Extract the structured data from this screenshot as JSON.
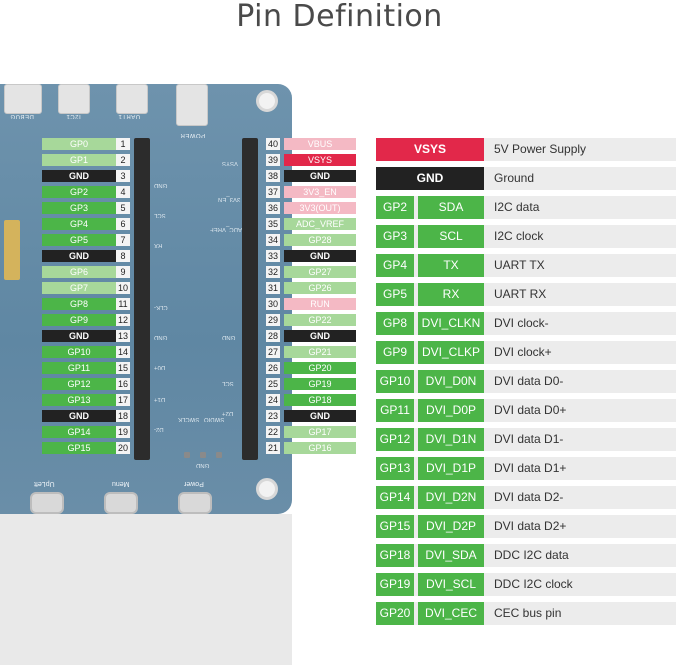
{
  "title": "Pin Definition",
  "board": {
    "connectors": [
      "DEBUG",
      "I2C1",
      "UART1",
      "POWER"
    ],
    "buttons": [
      "UpLeft",
      "Menu",
      "Power"
    ],
    "header_silk_left": [
      "GND",
      "SCL",
      "RX",
      "CLK-",
      "GND",
      "D0+",
      "D1+",
      "D2-"
    ],
    "header_silk_right": [
      "VSYS",
      "3V3_EN",
      "ADC_VREF",
      "GND",
      "SCL",
      "D2+",
      "SWCLK",
      "SWDIO",
      "GND"
    ]
  },
  "left_pins": [
    {
      "n": "1",
      "label": "GP0",
      "style": "g-light"
    },
    {
      "n": "2",
      "label": "GP1",
      "style": "g-light"
    },
    {
      "n": "3",
      "label": "GND",
      "style": "black"
    },
    {
      "n": "4",
      "label": "GP2",
      "style": "g-strong"
    },
    {
      "n": "5",
      "label": "GP3",
      "style": "g-strong"
    },
    {
      "n": "6",
      "label": "GP4",
      "style": "g-strong"
    },
    {
      "n": "7",
      "label": "GP5",
      "style": "g-strong"
    },
    {
      "n": "8",
      "label": "GND",
      "style": "black"
    },
    {
      "n": "9",
      "label": "GP6",
      "style": "g-light"
    },
    {
      "n": "10",
      "label": "GP7",
      "style": "g-light"
    },
    {
      "n": "11",
      "label": "GP8",
      "style": "g-strong"
    },
    {
      "n": "12",
      "label": "GP9",
      "style": "g-strong"
    },
    {
      "n": "13",
      "label": "GND",
      "style": "black"
    },
    {
      "n": "14",
      "label": "GP10",
      "style": "g-strong"
    },
    {
      "n": "15",
      "label": "GP11",
      "style": "g-strong"
    },
    {
      "n": "16",
      "label": "GP12",
      "style": "g-strong"
    },
    {
      "n": "17",
      "label": "GP13",
      "style": "g-strong"
    },
    {
      "n": "18",
      "label": "GND",
      "style": "black"
    },
    {
      "n": "19",
      "label": "GP14",
      "style": "g-strong"
    },
    {
      "n": "20",
      "label": "GP15",
      "style": "g-strong"
    }
  ],
  "right_pins": [
    {
      "n": "40",
      "label": "VBUS",
      "style": "pink-light"
    },
    {
      "n": "39",
      "label": "VSYS",
      "style": "pink-strong"
    },
    {
      "n": "38",
      "label": "GND",
      "style": "black"
    },
    {
      "n": "37",
      "label": "3V3_EN",
      "style": "pink-light"
    },
    {
      "n": "36",
      "label": "3V3(OUT)",
      "style": "pink-light"
    },
    {
      "n": "35",
      "label": "ADC_VREF",
      "style": "g-light"
    },
    {
      "n": "34",
      "label": "GP28",
      "style": "g-light"
    },
    {
      "n": "33",
      "label": "GND",
      "style": "black"
    },
    {
      "n": "32",
      "label": "GP27",
      "style": "g-light"
    },
    {
      "n": "31",
      "label": "GP26",
      "style": "g-light"
    },
    {
      "n": "30",
      "label": "RUN",
      "style": "pink-light"
    },
    {
      "n": "29",
      "label": "GP22",
      "style": "g-light"
    },
    {
      "n": "28",
      "label": "GND",
      "style": "black"
    },
    {
      "n": "27",
      "label": "GP21",
      "style": "g-light"
    },
    {
      "n": "26",
      "label": "GP20",
      "style": "g-strong"
    },
    {
      "n": "25",
      "label": "GP19",
      "style": "g-strong"
    },
    {
      "n": "24",
      "label": "GP18",
      "style": "g-strong"
    },
    {
      "n": "23",
      "label": "GND",
      "style": "black"
    },
    {
      "n": "22",
      "label": "GP17",
      "style": "g-light"
    },
    {
      "n": "21",
      "label": "GP16",
      "style": "g-light"
    }
  ],
  "legend": [
    {
      "gp": "VSYS",
      "fn": "",
      "desc": "5V Power Supply",
      "style": "pink-strong",
      "kind": "wide"
    },
    {
      "gp": "GND",
      "fn": "",
      "desc": "Ground",
      "style": "black",
      "kind": "wide"
    },
    {
      "gp": "GP2",
      "fn": "SDA",
      "desc": "I2C data",
      "style": "g-strong",
      "kind": "split"
    },
    {
      "gp": "GP3",
      "fn": "SCL",
      "desc": "I2C clock",
      "style": "g-strong",
      "kind": "split"
    },
    {
      "gp": "GP4",
      "fn": "TX",
      "desc": "UART TX",
      "style": "g-strong",
      "kind": "split"
    },
    {
      "gp": "GP5",
      "fn": "RX",
      "desc": "UART RX",
      "style": "g-strong",
      "kind": "split"
    },
    {
      "gp": "GP8",
      "fn": "DVI_CLKN",
      "desc": "DVI clock-",
      "style": "g-strong",
      "kind": "split"
    },
    {
      "gp": "GP9",
      "fn": "DVI_CLKP",
      "desc": "DVI clock+",
      "style": "g-strong",
      "kind": "split"
    },
    {
      "gp": "GP10",
      "fn": "DVI_D0N",
      "desc": "DVI data D0-",
      "style": "g-strong",
      "kind": "split"
    },
    {
      "gp": "GP11",
      "fn": "DVI_D0P",
      "desc": "DVI data D0+",
      "style": "g-strong",
      "kind": "split"
    },
    {
      "gp": "GP12",
      "fn": "DVI_D1N",
      "desc": "DVI data D1-",
      "style": "g-strong",
      "kind": "split"
    },
    {
      "gp": "GP13",
      "fn": "DVI_D1P",
      "desc": "DVI data D1+",
      "style": "g-strong",
      "kind": "split"
    },
    {
      "gp": "GP14",
      "fn": "DVI_D2N",
      "desc": "DVI data D2-",
      "style": "g-strong",
      "kind": "split"
    },
    {
      "gp": "GP15",
      "fn": "DVI_D2P",
      "desc": "DVI data D2+",
      "style": "g-strong",
      "kind": "split"
    },
    {
      "gp": "GP18",
      "fn": "DVI_SDA",
      "desc": "DDC I2C data",
      "style": "g-strong",
      "kind": "split"
    },
    {
      "gp": "GP19",
      "fn": "DVI_SCL",
      "desc": "DDC I2C clock",
      "style": "g-strong",
      "kind": "split"
    },
    {
      "gp": "GP20",
      "fn": "DVI_CEC",
      "desc": "CEC bus pin",
      "style": "g-strong",
      "kind": "split"
    }
  ]
}
